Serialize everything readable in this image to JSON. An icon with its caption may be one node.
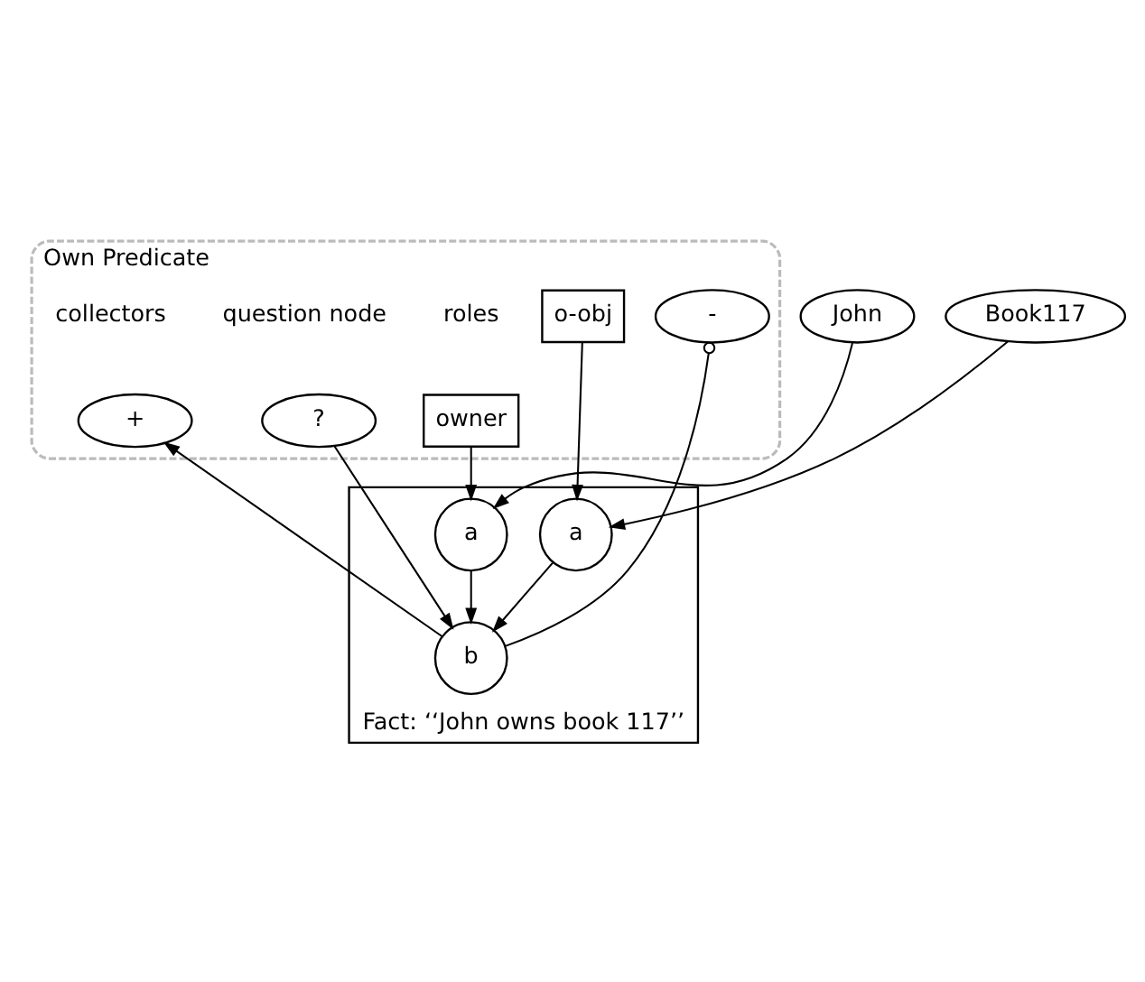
{
  "diagram": {
    "nodes": [
      {
        "text": [
          "Own Predicate"
        ]
      },
      {
        "text": [
          "+"
        ],
        "in": 0
      },
      {
        "text": [
          "-"
        ],
        "in": 0
      },
      {
        "text": [
          "?"
        ],
        "in": 0
      },
      {
        "text": [
          "owner"
        ],
        "in": 0
      },
      {
        "text": [
          "o-obj"
        ],
        "in": 0
      },
      {
        "text": [
          "Fact: ‘‘John owns book 117’’"
        ]
      },
      {
        "text": [
          "b"
        ],
        "in": 6
      },
      {
        "text": [
          "a"
        ],
        "in": 6
      },
      {
        "text": [
          "a"
        ],
        "in": 6
      },
      {
        "text": [
          "John"
        ]
      },
      {
        "text": [
          "Book117"
        ]
      }
    ],
    "edges": [
      {
        "from": 7,
        "to": 1,
        "arrow": "to"
      },
      {
        "from": 7,
        "to": 2,
        "arrow": "other"
      },
      {
        "from": 3,
        "to": 7,
        "arrow": "to"
      },
      {
        "from": 4,
        "to": 8,
        "arrow": "to"
      },
      {
        "from": 5,
        "to": 9,
        "arrow": "to"
      },
      {
        "from": 8,
        "to": 7,
        "arrow": "to"
      },
      {
        "from": 9,
        "to": 7,
        "arrow": "to"
      },
      {
        "from": 10,
        "to": 8,
        "arrow": "to"
      },
      {
        "from": 11,
        "to": 9,
        "arrow": "to"
      }
    ],
    "labels": [
      "collectors",
      "question node",
      "roles"
    ]
  }
}
